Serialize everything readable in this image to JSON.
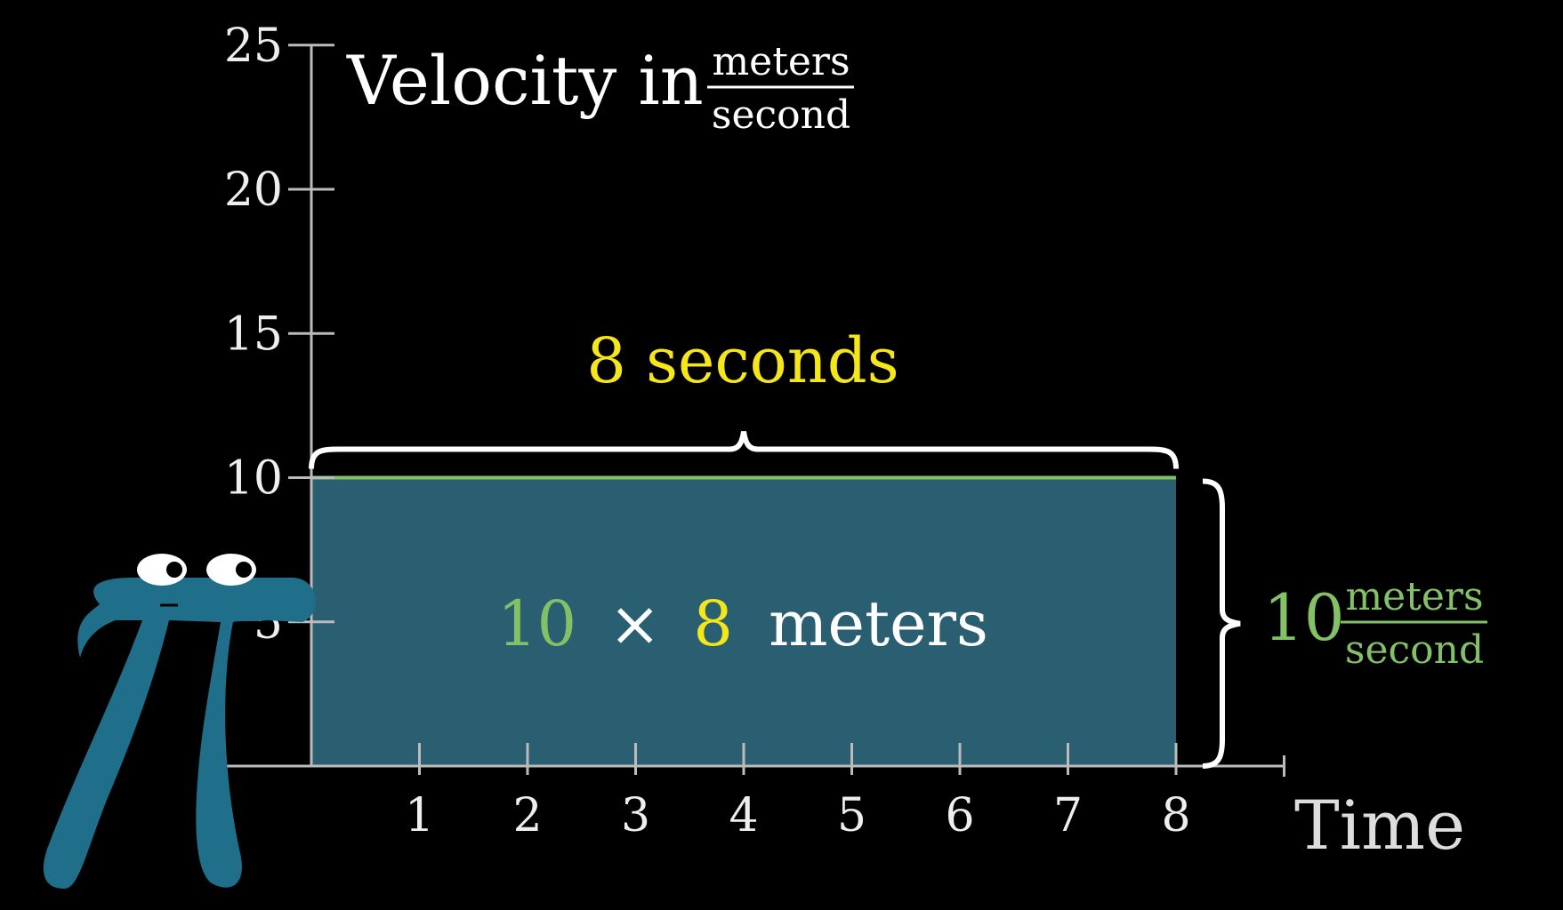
{
  "colors": {
    "background": "#000000",
    "axis": "#bbbbbb",
    "text": "#ffffff",
    "yellow": "#f5e619",
    "green": "#83c167",
    "fill": "#2a5f72",
    "pi": "#1f6f8b"
  },
  "chart_data": {
    "type": "area",
    "title": "Velocity in",
    "ylabel_fraction": {
      "numerator": "meters",
      "denominator": "second"
    },
    "xlabel": "Time",
    "xlim": [
      -1,
      9
    ],
    "ylim": [
      0,
      25
    ],
    "x_ticks": [
      1,
      2,
      3,
      4,
      5,
      6,
      7,
      8
    ],
    "y_ticks": [
      5,
      10,
      15,
      20,
      25
    ],
    "series": [
      {
        "x": [
          0,
          8
        ],
        "y": [
          10,
          10
        ]
      }
    ],
    "annotations": {
      "top_brace": {
        "text": "8 seconds"
      },
      "right_brace": {
        "value": "10",
        "numerator": "meters",
        "denominator": "second"
      },
      "area_label": {
        "a": "10",
        "times": "×",
        "b": "8",
        "unit": "meters"
      }
    }
  },
  "character": {
    "name": "pi-creature-icon"
  }
}
